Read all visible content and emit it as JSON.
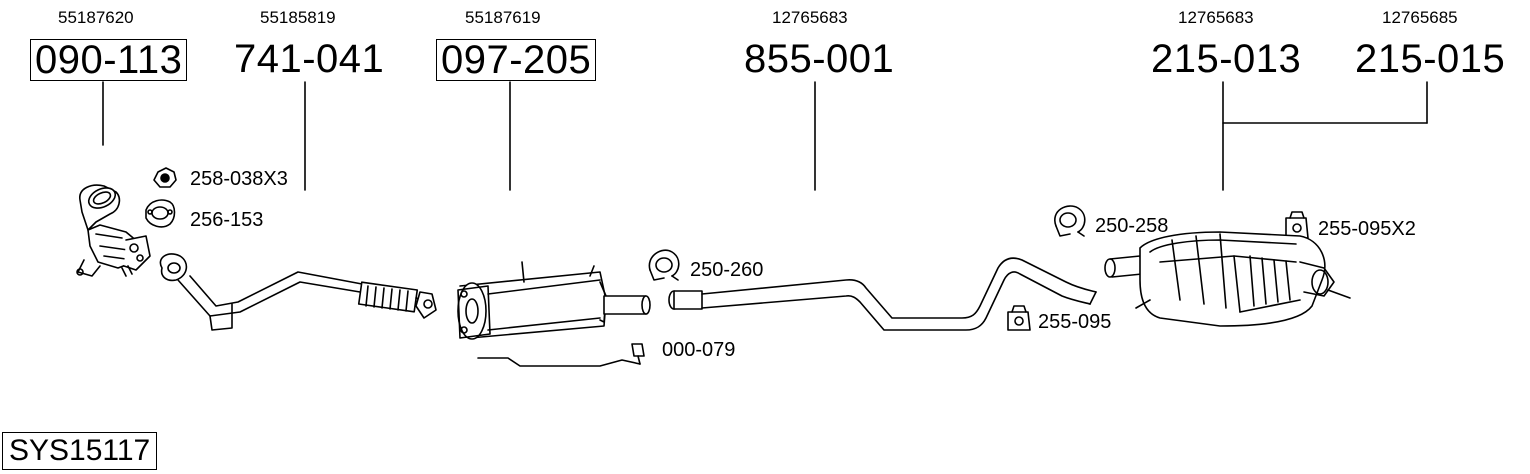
{
  "system_id": "SYS15117",
  "main_parts": [
    {
      "oem": "55187620",
      "part": "090-113",
      "boxed": true
    },
    {
      "oem": "55185819",
      "part": "741-041",
      "boxed": false
    },
    {
      "oem": "55187619",
      "part": "097-205",
      "boxed": true
    },
    {
      "oem": "12765683",
      "part": "855-001",
      "boxed": false
    },
    {
      "oem": "12765683",
      "part": "215-013",
      "boxed": false
    },
    {
      "oem": "12765685",
      "part": "215-015",
      "boxed": false
    }
  ],
  "accessories": [
    {
      "label": "258-038X3",
      "icon": "nut-icon"
    },
    {
      "label": "256-153",
      "icon": "gasket-icon"
    },
    {
      "label": "250-260",
      "icon": "clamp-icon"
    },
    {
      "label": "000-079",
      "icon": "sensor-cable-icon"
    },
    {
      "label": "250-258",
      "icon": "clamp-icon"
    },
    {
      "label": "255-095",
      "icon": "rubber-mount-icon"
    },
    {
      "label": "255-095X2",
      "icon": "rubber-mount-icon"
    }
  ]
}
